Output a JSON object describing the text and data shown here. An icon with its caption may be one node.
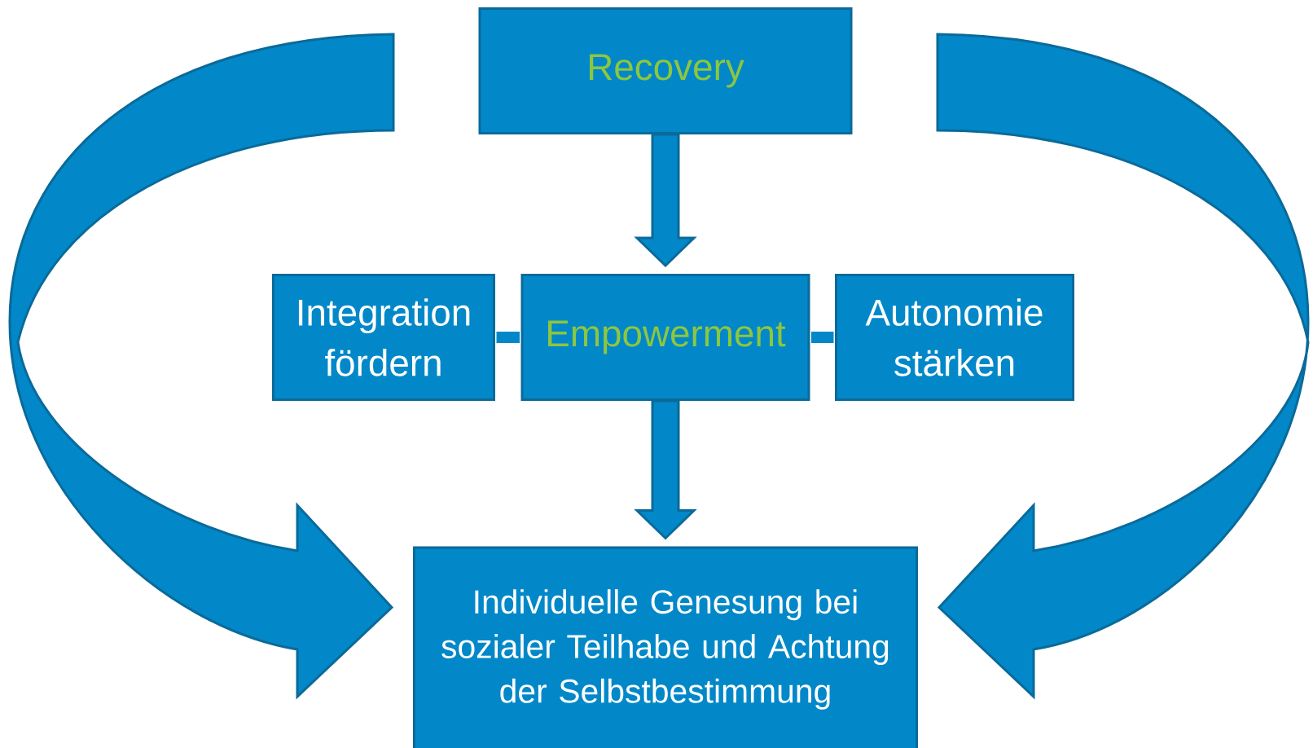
{
  "diagram": {
    "nodes": [
      {
        "text": [
          "Recovery"
        ]
      },
      {
        "text": [
          "Integration fördern"
        ]
      },
      {
        "text": [
          "Empowerment"
        ]
      },
      {
        "text": [
          "Autonomie stärken"
        ]
      },
      {
        "text": [
          "Individuelle Genesung bei sozialer Teilhabe und Achtung der Selbstbestimmung"
        ]
      }
    ],
    "edges": [
      {
        "from": 0,
        "to": 2,
        "arrow": "to"
      },
      {
        "from": 2,
        "to": 4,
        "arrow": "to"
      },
      {
        "from": 1,
        "to": 2,
        "arrow": "none"
      },
      {
        "from": 2,
        "to": 3,
        "arrow": "none"
      },
      {
        "from": null,
        "to": 4,
        "arrow": "to"
      },
      {
        "from": null,
        "to": 4,
        "arrow": "to"
      }
    ]
  }
}
